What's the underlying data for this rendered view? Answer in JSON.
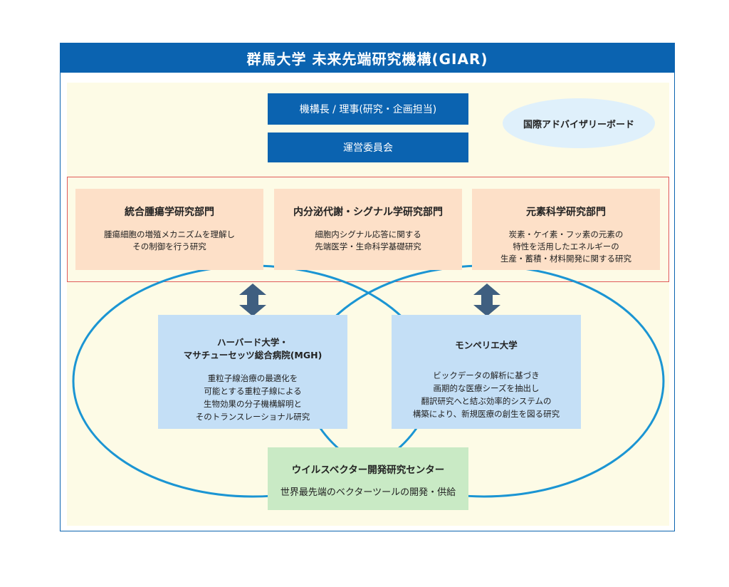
{
  "title": "群馬大学 未来先端研究機構(GIAR)",
  "director": "機構長 / 理事(研究・企画担当)",
  "committee": "運営委員会",
  "advisory_board": "国際アドバイザリーボード",
  "departments": [
    {
      "name": "統合腫瘍学研究部門",
      "lines": [
        "腫瘍細胞の増殖メカニズムを理解し",
        "その制御を行う研究"
      ]
    },
    {
      "name": "内分泌代謝・シグナル学研究部門",
      "lines": [
        "細胞内シグナル応答に関する",
        "先端医学・生命科学基礎研究"
      ]
    },
    {
      "name": "元素科学研究部門",
      "lines": [
        "炭素・ケイ素・フッ素の元素の",
        "特性を活用したエネルギーの",
        "生産・蓄積・材料開発に関する研究"
      ]
    }
  ],
  "partners": [
    {
      "name_lines": [
        "ハーバード大学・",
        "マサチューセッツ総合病院(MGH)"
      ],
      "lines": [
        "重粒子線治療の最適化を",
        "可能とする重粒子線による",
        "生物効果の分子機構解明と",
        "そのトランスレーショナル研究"
      ]
    },
    {
      "name_lines": [
        "モンペリエ大学"
      ],
      "lines": [
        "ビックデータの解析に基づき",
        "画期的な医療シーズを抽出し",
        "翻訳研究へと結ぶ効率的システムの",
        "構築により、新規医療の創生を図る研究"
      ]
    }
  ],
  "vector_center": {
    "name": "ウイルスベクター開発研究センター",
    "desc": "世界最先端のベクターツールの開発・供給"
  },
  "colors": {
    "primary_blue": "#0b63b0",
    "dept_fill": "#fde0c8",
    "partner_fill": "#c4dff6",
    "center_fill": "#c9eac5",
    "advisory_fill": "#dff0fb",
    "ring_blue": "#1b95d3",
    "arrow": "#3f5f80",
    "outline_red": "#e05a5a"
  }
}
